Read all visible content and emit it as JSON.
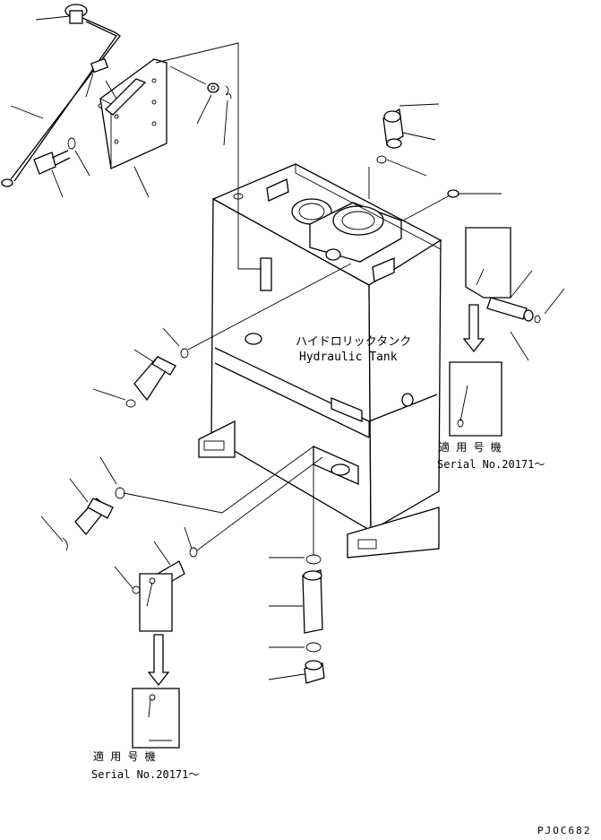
{
  "tank_label": {
    "japanese": "ハイドロリックタンク",
    "english": "Hydraulic Tank"
  },
  "serial_note_right": {
    "japanese": "適 用 号 機",
    "serial": "Serial No.20171～"
  },
  "serial_note_bottom": {
    "japanese": "適 用 号 機",
    "serial": "Serial No.20171～"
  },
  "drawing_code": "PJOC682"
}
